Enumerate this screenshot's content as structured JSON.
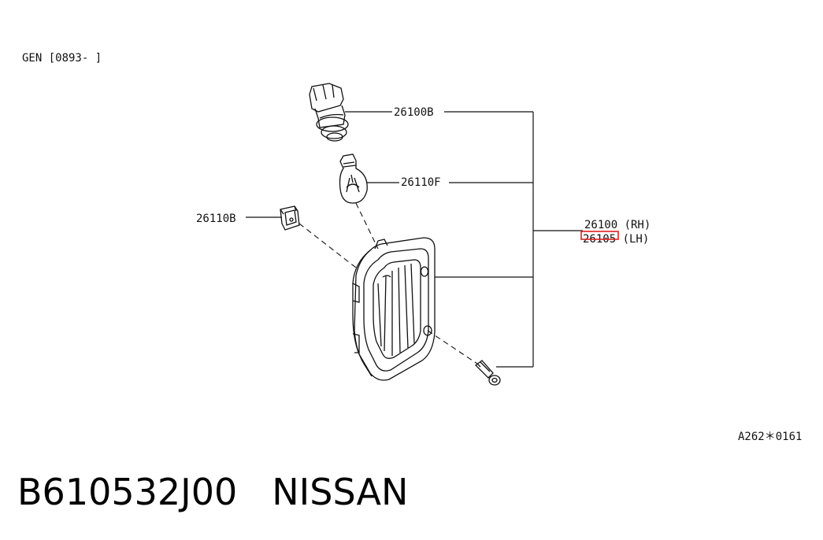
{
  "header": {
    "applicability": "GEN [0893-     ]"
  },
  "callouts": {
    "socket": "26100B",
    "bulb": "26110F",
    "clip": "26110B",
    "lamp_rh": "26100 (RH)",
    "lamp_lh": "26105 (LH)"
  },
  "figure_code": "A262＊0161",
  "footer": {
    "part_number": "B610532J00",
    "brand": "NISSAN"
  },
  "highlight_color": "#e02020"
}
